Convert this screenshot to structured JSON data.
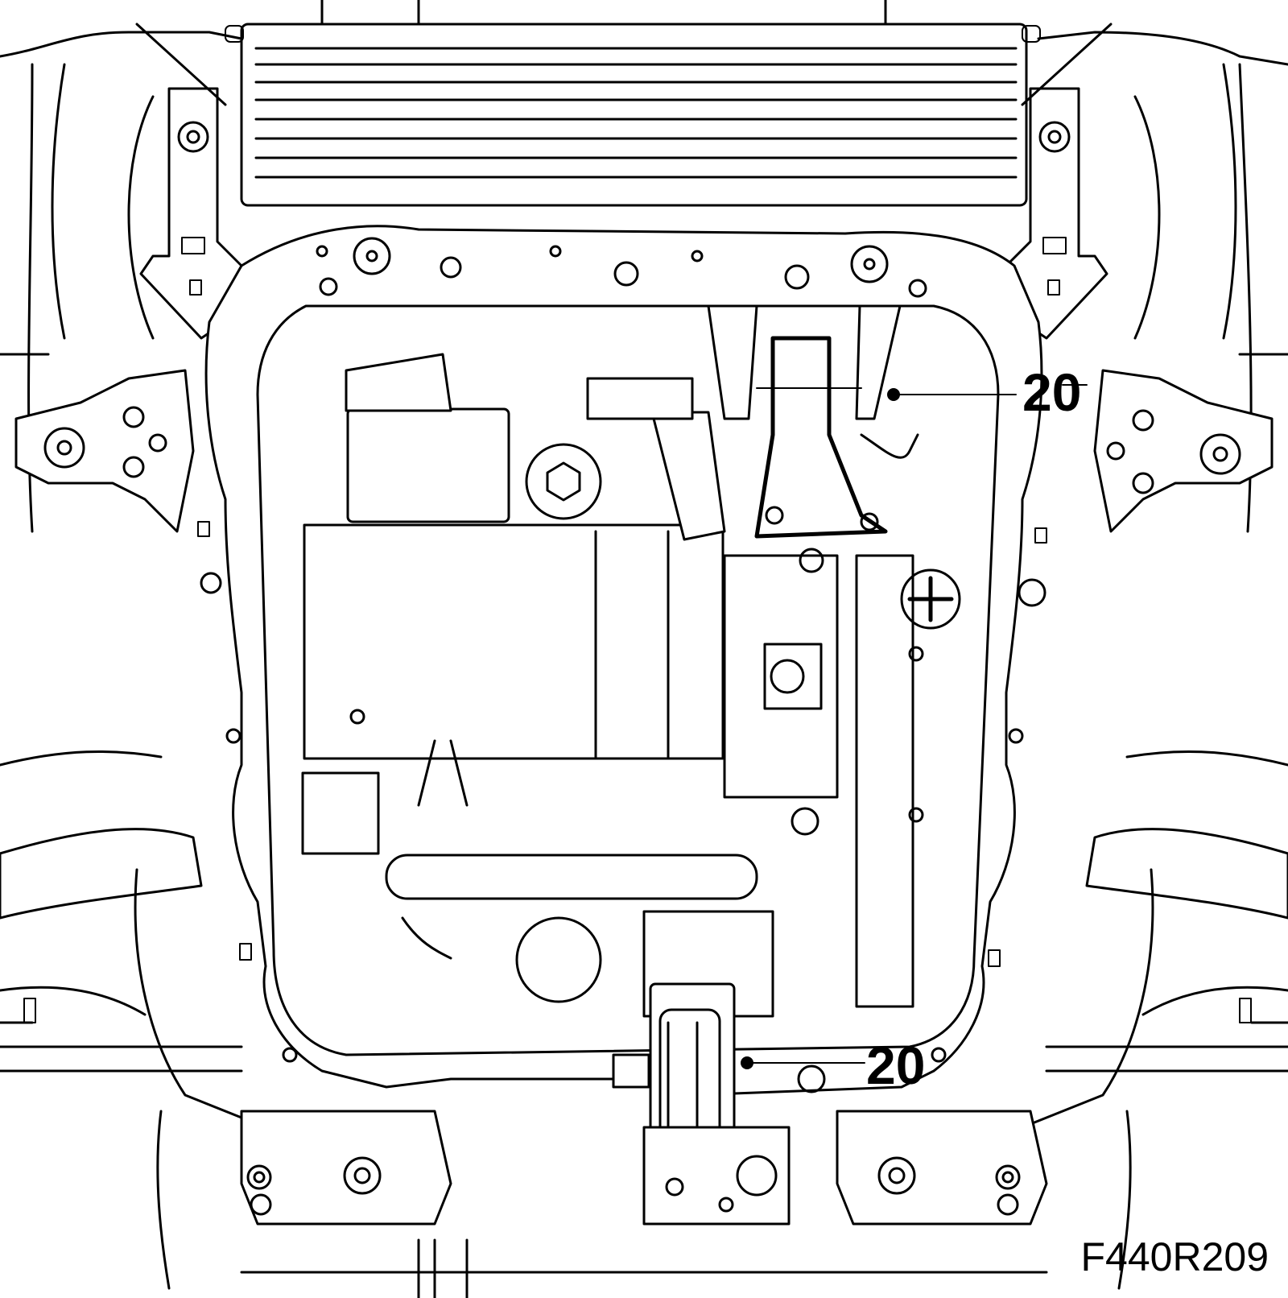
{
  "figure": {
    "id": "F440R209",
    "callouts": [
      {
        "label": "20"
      },
      {
        "label": "20"
      }
    ]
  },
  "colors": {
    "line": "#000000",
    "background": "#ffffff"
  }
}
